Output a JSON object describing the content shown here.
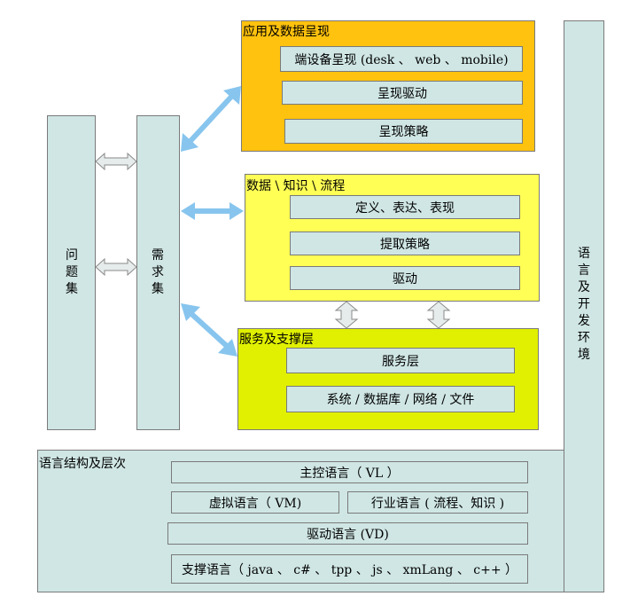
{
  "problem_set": {
    "label": "问题集"
  },
  "requirement_set": {
    "label": "需求集"
  },
  "env": {
    "label": "语言及开发环境"
  },
  "app_layer": {
    "title": "应用及数据呈现",
    "items": [
      "端设备呈现 (desk 、 web 、 mobile)",
      "呈现驱动",
      "呈现策略"
    ]
  },
  "data_layer": {
    "title": "数据 \\ 知识 \\ 流程",
    "items": [
      "定义、表达、表现",
      "提取策略",
      "驱动"
    ]
  },
  "service_layer": {
    "title": "服务及支撑层",
    "items": [
      "服务层",
      "系统 / 数据库 / 网络 / 文件"
    ]
  },
  "language_structure": {
    "title": "语言结构及层次",
    "control": "主控语言（ VL ）",
    "virtual": "虚拟语言（ VM)",
    "industry": "行业语言 ( 流程、知识 )",
    "driver": "驱动语言 (VD)",
    "support": "支撑语言（ java 、 c# 、 tpp 、 js 、 xmLang 、 c++ ）"
  },
  "colors": {
    "teal_fill": "#cfe6e4",
    "orange_fill": "#ffc20e",
    "yellow_fill": "#ffff55",
    "lime_fill": "#e0f000",
    "arrow_blue": "#87c5ee",
    "arrow_gray": "#e6ecec"
  }
}
